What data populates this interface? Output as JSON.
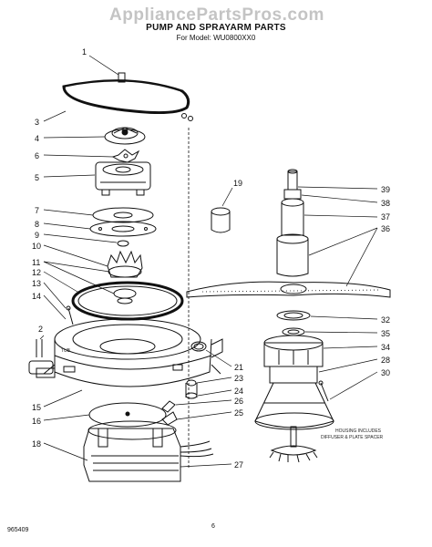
{
  "watermark": "AppliancePartsPros.com",
  "title": "PUMP AND SPRAYARM PARTS",
  "subtitle": "For Model: WU0800XX0",
  "labels": {
    "housing_note_line1": "HOUSING INCLUDES",
    "housing_note_line2": "DIFFUSER & PLATE SPACER",
    "tub": "TUB"
  },
  "callouts": [
    "1",
    "2",
    "3",
    "4",
    "5",
    "6",
    "7",
    "8",
    "9",
    "10",
    "11",
    "12",
    "13",
    "14",
    "15",
    "16",
    "18",
    "19",
    "21",
    "23",
    "24",
    "25",
    "26",
    "27",
    "28",
    "30",
    "32",
    "34",
    "35",
    "36",
    "37",
    "38",
    "39"
  ],
  "footer": {
    "doc_number": "965409",
    "page_number": "6"
  }
}
